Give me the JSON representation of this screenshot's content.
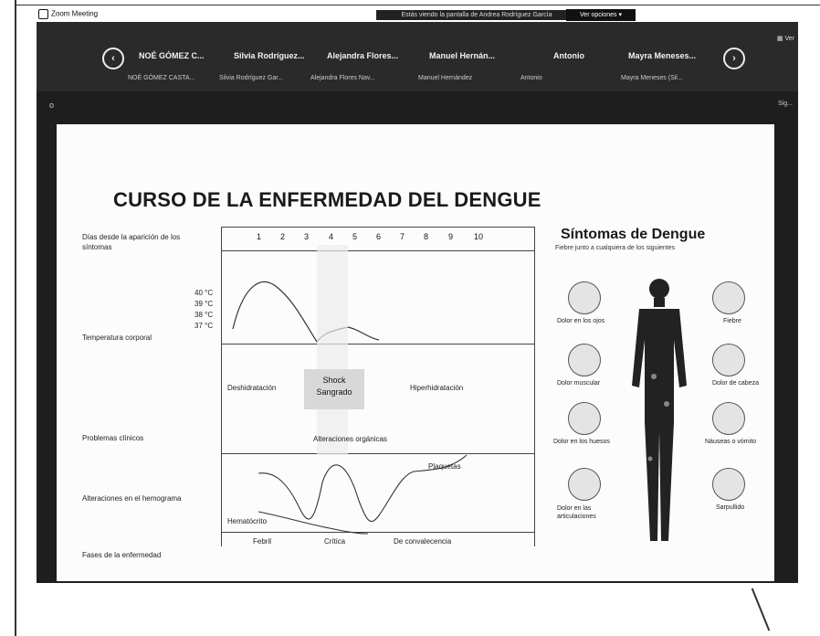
{
  "window": {
    "app_name": "Zoom Meeting",
    "share_banner": "Estás viendo la pantalla de Andrea Rodríguez García",
    "view_options": "Ver opciones"
  },
  "participants_bar": {
    "view_label": "Ver",
    "participants": [
      {
        "name": "NOÉ GÓMEZ C...",
        "sub": "NOÉ GÓMEZ CASTA..."
      },
      {
        "name": "Silvia Rodríguez...",
        "sub": "Silvia Rodríguez Gar..."
      },
      {
        "name": "Alejandra Flores...",
        "sub": "Alejandra Flores Nav..."
      },
      {
        "name": "Manuel Hernán...",
        "sub": "Manuel Hernández"
      },
      {
        "name": "Antonio",
        "sub": "Antonio"
      },
      {
        "name": "Mayra Meneses...",
        "sub": "Mayra Meneses (Sil..."
      }
    ],
    "left_indicator": "o",
    "right_indicator": "Sig..."
  },
  "slide": {
    "title": "CURSO DE LA ENFERMEDAD DEL DENGUE",
    "row_labels": {
      "days": "Días desde la aparición de los síntomas",
      "temperature": "Temperatura corporal",
      "problems": "Problemas clínicos",
      "blood": "Alteraciones en el hemograma",
      "phases": "Fases de la enfermedad"
    },
    "days": [
      "1",
      "2",
      "3",
      "4",
      "5",
      "6",
      "7",
      "8",
      "9",
      "10"
    ],
    "temps": [
      "40 °C",
      "39 °C",
      "38 °C",
      "37 °C"
    ],
    "clinical": {
      "dehydration": "Deshidratación",
      "shock": "Shock",
      "bleeding": "Sangrado",
      "rehydration": "Hiperhidratación",
      "organ": "Alteraciones orgánicas"
    },
    "blood": {
      "platelets": "Plaquetas",
      "hematocrit": "Hematócrito"
    },
    "phases": [
      "Febril",
      "Crítica",
      "De convalecencia"
    ],
    "symptoms": {
      "title": "Síntomas de Dengue",
      "subtitle": "Fiebre junto a cualquiera de los siguientes",
      "items": [
        "Dolor en los ojos",
        "Fiebre",
        "Dolor muscular",
        "Dolor de cabeza",
        "Dolor en los huesos",
        "Náuseas o vómito",
        "Dolor en las articulaciones",
        "Sarpullido"
      ]
    }
  }
}
